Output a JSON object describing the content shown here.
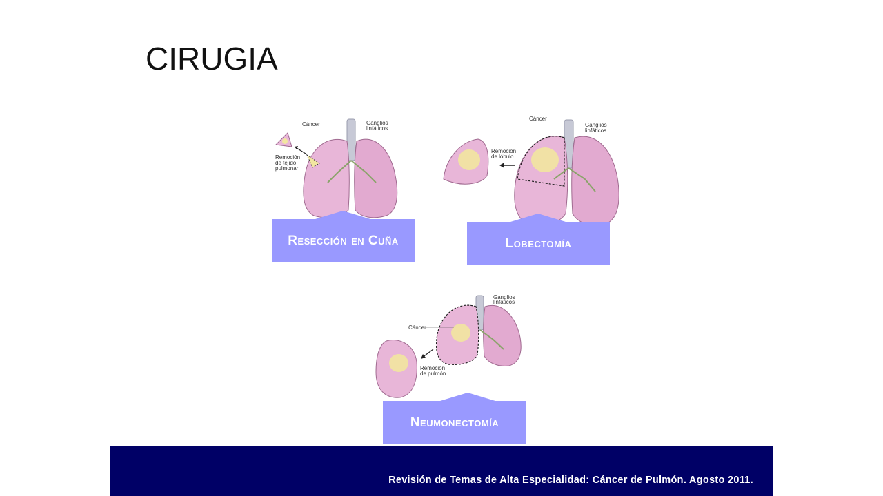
{
  "slide": {
    "title": "CIRUGIA",
    "footer": "Revisión de Temas de Alta Especialidad: Cáncer de Pulmón. Agosto 2011."
  },
  "figures": {
    "wedge": {
      "caption": "Resección en Cuña",
      "label_cancer": "Cáncer",
      "label_nodes_1": "Ganglios",
      "label_nodes_2": "linfáticos",
      "label_removal_1": "Remoción",
      "label_removal_2": "de tejido",
      "label_removal_3": "pulmonar"
    },
    "lobectomy": {
      "caption": "Lobectomía",
      "label_cancer": "Cáncer",
      "label_nodes_1": "Ganglios",
      "label_nodes_2": "linfáticos",
      "label_removal_1": "Remoción",
      "label_removal_2": "de lóbulo"
    },
    "pneumonectomy": {
      "caption": "Neumonectomía",
      "label_cancer": "Cáncer",
      "label_nodes_1": "Ganglios",
      "label_nodes_2": "linfáticos",
      "label_removal_1": "Remoción",
      "label_removal_2": "de pulmón"
    }
  },
  "colors": {
    "caption_bg": "#9999ff",
    "footer_bg": "#000066",
    "lung_fill": "#e8b6d8",
    "tumor_fill": "#f2e6a0"
  }
}
